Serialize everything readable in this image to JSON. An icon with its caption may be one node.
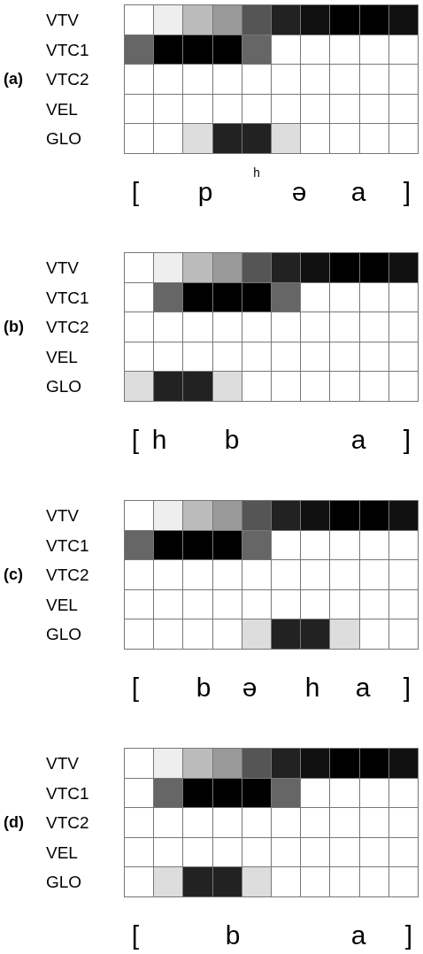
{
  "diagram": {
    "labels": [
      "VTV",
      "VTC1",
      "(a)",
      "VTC2",
      "VEL",
      "GLO",
      "[",
      "p",
      "ʰ",
      "ə",
      "a",
      "]",
      "VTV",
      "VTC1",
      "(b)",
      "VTC2",
      "VEL",
      "GLO",
      "[",
      "h",
      "b",
      "a",
      "]",
      "VTV",
      "VTC1",
      "(c)",
      "VTC2",
      "VEL",
      "GLO",
      "[",
      "b",
      "ə",
      "h",
      "a",
      "]",
      "VTV",
      "VTC1",
      "(d)",
      "VTC2",
      "VEL",
      "GLO",
      "[",
      "b",
      "a",
      "]"
    ]
  }
}
